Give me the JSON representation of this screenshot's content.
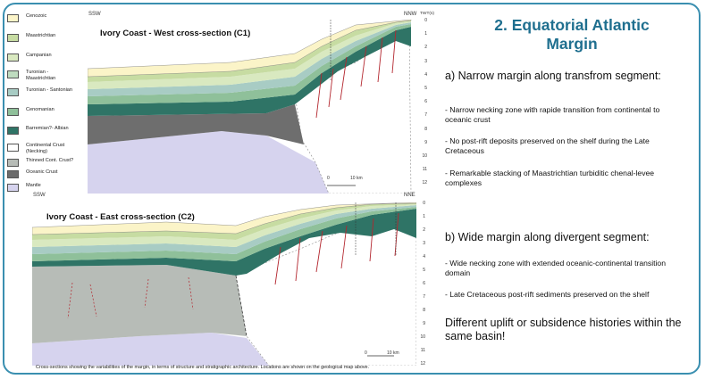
{
  "slide": {
    "title_line1": "2. Equatorial Atlantic",
    "title_line2": "Margin",
    "section_a": {
      "heading": "a) Narrow margin along transfrom segment:",
      "bullets": [
        "- Narrow necking zone with rapide transition from continental to oceanic crust",
        "- No post-rift deposits preserved on the shelf during the Late Cretaceous",
        "- Remarkable stacking of Maastrichtian turbiditic chenal-levee complexes"
      ]
    },
    "section_b": {
      "heading": "b) Wide margin along divergent segment:",
      "bullets": [
        "- Wide necking zone with extended oceanic-continental transition domain",
        "- Late Cretaceous post-rift sediments preserved on the shelf"
      ]
    },
    "conclusion": "Different uplift or subsidence histories within the same basin!",
    "caption": "Cross-sections showing the variabilities of the margin, in terms of structure and stratigraphic architecture. Locations are shown on the geological map above."
  },
  "legend": [
    {
      "label": "Cenozoic",
      "color": "#fbf4c8"
    },
    {
      "label": "Maastrichtian",
      "color": "#c7dca2"
    },
    {
      "label": "Campanian",
      "color": "#d9e9c0"
    },
    {
      "label": "Turonian - Maastrichtian",
      "color": "#bfdcc0"
    },
    {
      "label": "Turonian - Santonian",
      "color": "#a8ccc4"
    },
    {
      "label": "Cenomanian",
      "color": "#8fc09a"
    },
    {
      "label": "Barremian?- Albian",
      "color": "#2f7466"
    },
    {
      "label": "Continental Crust (Necking)",
      "color": "#ffffff"
    },
    {
      "label": "Thinned Cont. Crust?",
      "color": "#b7bcb7"
    },
    {
      "label": "Oceanic Crust",
      "color": "#6b6b6b"
    },
    {
      "label": "Mantle",
      "color": "#d6d3ee"
    }
  ],
  "section_c1": {
    "title": "Ivory Coast - West cross-section (C1)",
    "left_label": "SSW",
    "right_label": "NNW",
    "unit": "TWT(s)",
    "depths": [
      "0",
      "1",
      "2",
      "3",
      "4",
      "5",
      "6",
      "7",
      "8",
      "9",
      "10",
      "11",
      "12"
    ],
    "scale_zero": "0",
    "scale_label": "10 km"
  },
  "section_c2": {
    "title": "Ivory Coast - East cross-section (C2)",
    "left_label": "SSW",
    "right_label": "NNE",
    "depths": [
      "0",
      "1",
      "2",
      "3",
      "4",
      "5",
      "6",
      "7",
      "8",
      "9",
      "10",
      "11",
      "12"
    ],
    "scale_zero": "0",
    "scale_label": "10 km"
  },
  "colors": {
    "title_blue": "#1f6f8f",
    "frame": "#3a8fb0"
  }
}
